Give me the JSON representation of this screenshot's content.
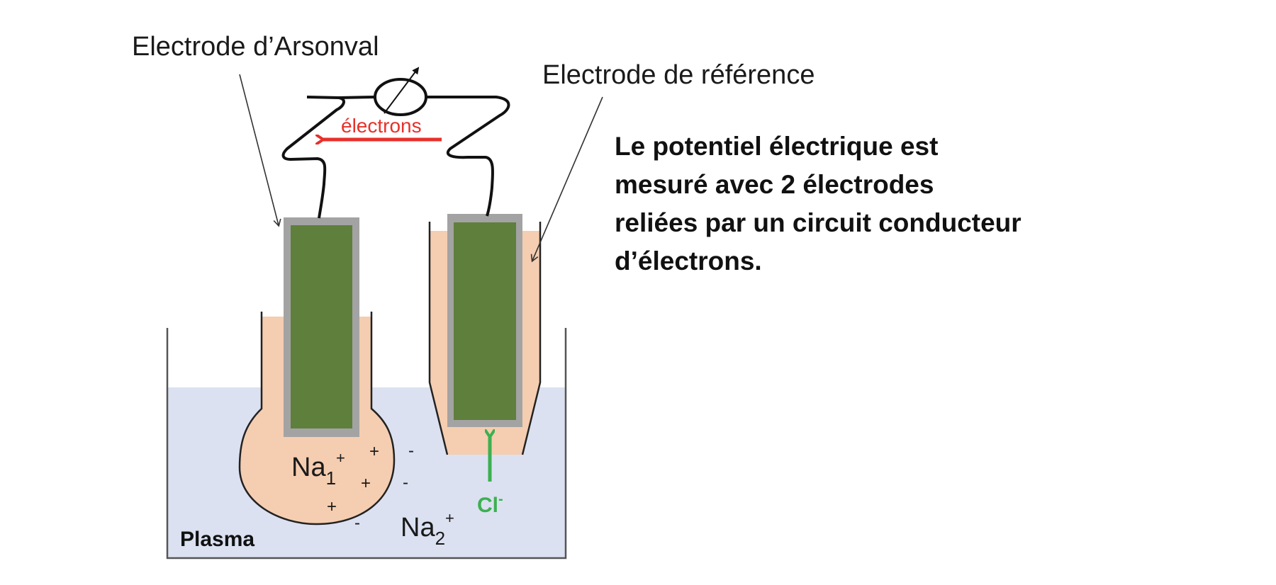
{
  "labels": {
    "arsonval_electrode": "Electrode d’Arsonval",
    "reference_electrode": "Electrode de référence",
    "electron_flow": "électrons",
    "plasma": "Plasma",
    "na1": {
      "base": "Na",
      "sub": "1",
      "sup": "+"
    },
    "na2": {
      "base": "Na",
      "sub": "2",
      "sup": "+"
    },
    "cl": {
      "base": "Cl",
      "sup": "-"
    },
    "charges_inside": [
      "+",
      "+",
      "+"
    ],
    "charges_outside": [
      "-",
      "-",
      "-"
    ]
  },
  "description": {
    "lines": [
      "Le potentiel électrique est",
      "mesuré avec 2 électrodes",
      "reliées par un circuit conducteur",
      "d’électrons."
    ]
  },
  "colors": {
    "electrode_green": "#5f7f3c",
    "electrode_sheath": "#a3a3a3",
    "internal_solution": "#f5cdb0",
    "plasma": "#dbe1f1",
    "electron_arrow": "#e8302a",
    "chloride_arrow": "#3cb050"
  }
}
